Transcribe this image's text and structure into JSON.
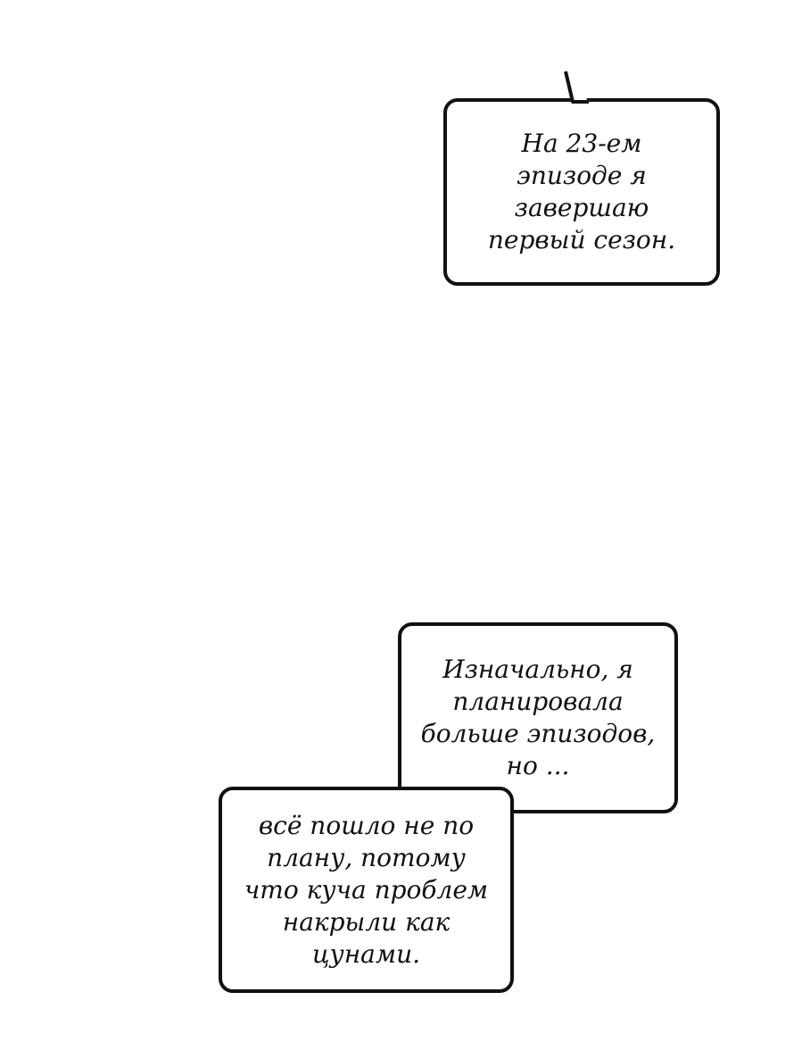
{
  "bubbles": {
    "first": "На 23-ем\nэпизоде я\nзавершаю\nпервый сезон.",
    "second": "Изначально, я\nпланировала\nбольше эпизодов,\nно ...",
    "third": "всё пошло не по\nплану, потому\nчто куча проблем\nнакрыли как\nцунами."
  },
  "colors": {
    "background": "#ffffff",
    "outline": "#111111"
  }
}
